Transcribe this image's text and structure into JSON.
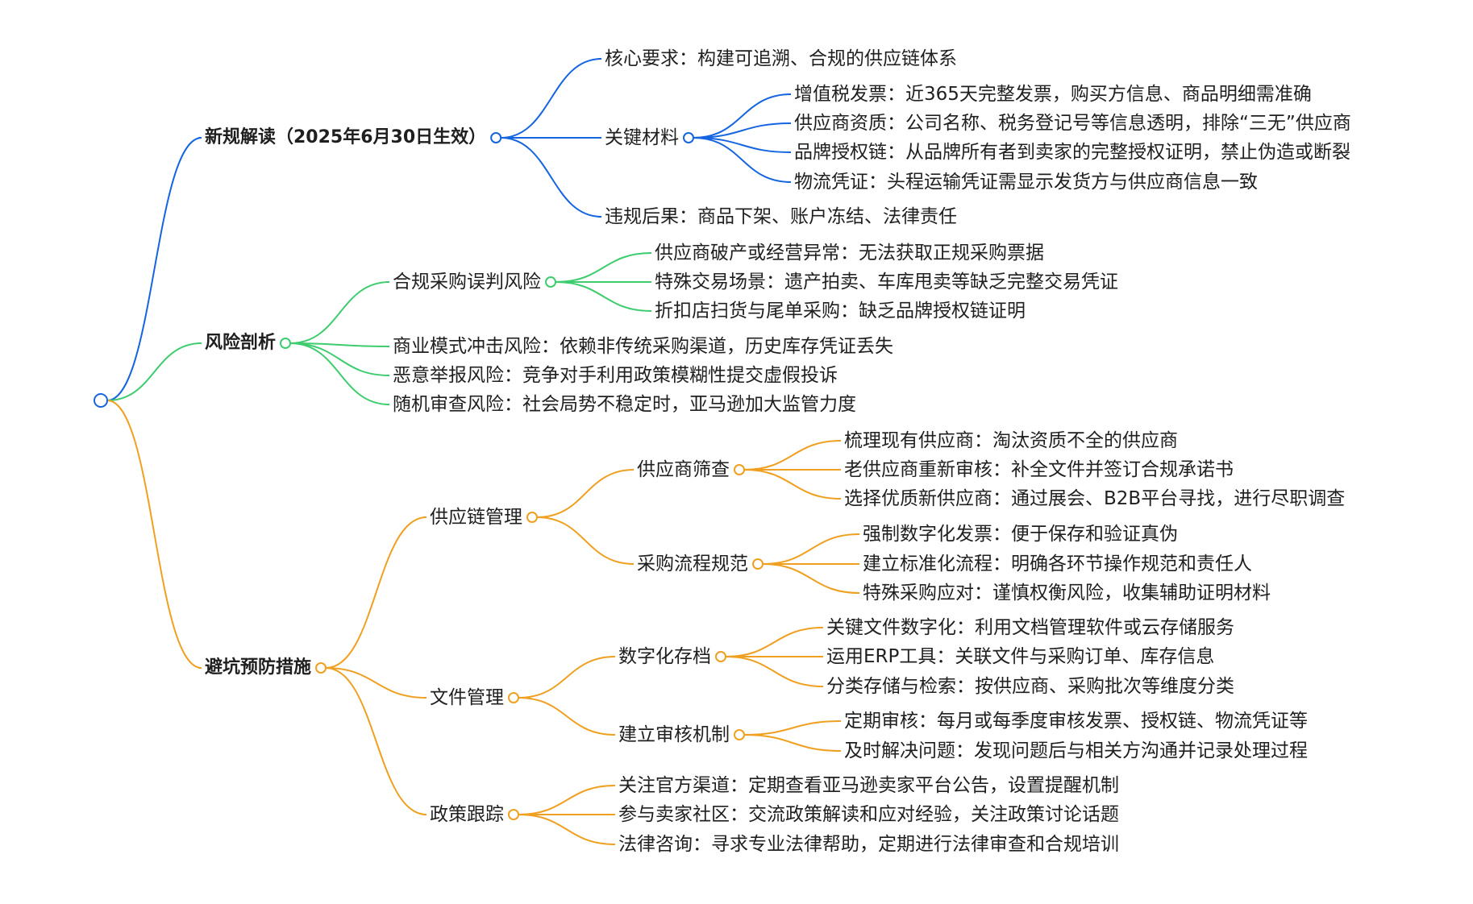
{
  "colors": {
    "blue": "#1565E0",
    "green": "#3DCC6E",
    "orange": "#F0A020"
  },
  "branches": [
    {
      "label": "新规解读（2025年6月30日生效）",
      "color": "blue",
      "children": [
        {
          "label": "核心要求：构建可追溯、合规的供应链体系"
        },
        {
          "label": "关键材料",
          "children": [
            {
              "label": "增值税发票：近365天完整发票，购买方信息、商品明细需准确"
            },
            {
              "label": "供应商资质：公司名称、税务登记号等信息透明，排除“三无”供应商"
            },
            {
              "label": "品牌授权链：从品牌所有者到卖家的完整授权证明，禁止伪造或断裂"
            },
            {
              "label": "物流凭证：头程运输凭证需显示发货方与供应商信息一致"
            }
          ]
        },
        {
          "label": "违规后果：商品下架、账户冻结、法律责任"
        }
      ]
    },
    {
      "label": "风险剖析",
      "color": "green",
      "children": [
        {
          "label": "合规采购误判风险",
          "children": [
            {
              "label": "供应商破产或经营异常：无法获取正规采购票据"
            },
            {
              "label": "特殊交易场景：遗产拍卖、车库甩卖等缺乏完整交易凭证"
            },
            {
              "label": "折扣店扫货与尾单采购：缺乏品牌授权链证明"
            }
          ]
        },
        {
          "label": "商业模式冲击风险：依赖非传统采购渠道，历史库存凭证丢失"
        },
        {
          "label": "恶意举报风险：竞争对手利用政策模糊性提交虚假投诉"
        },
        {
          "label": "随机审查风险：社会局势不稳定时，亚马逊加大监管力度"
        }
      ]
    },
    {
      "label": "避坑预防措施",
      "color": "orange",
      "children": [
        {
          "label": "供应链管理",
          "children": [
            {
              "label": "供应商筛查",
              "children": [
                {
                  "label": "梳理现有供应商：淘汰资质不全的供应商"
                },
                {
                  "label": "老供应商重新审核：补全文件并签订合规承诺书"
                },
                {
                  "label": "选择优质新供应商：通过展会、B2B平台寻找，进行尽职调查"
                }
              ]
            },
            {
              "label": "采购流程规范",
              "children": [
                {
                  "label": "强制数字化发票：便于保存和验证真伪"
                },
                {
                  "label": "建立标准化流程：明确各环节操作规范和责任人"
                },
                {
                  "label": "特殊采购应对：谨慎权衡风险，收集辅助证明材料"
                }
              ]
            }
          ]
        },
        {
          "label": "文件管理",
          "children": [
            {
              "label": "数字化存档",
              "children": [
                {
                  "label": "关键文件数字化：利用文档管理软件或云存储服务"
                },
                {
                  "label": "运用ERP工具：关联文件与采购订单、库存信息"
                },
                {
                  "label": "分类存储与检索：按供应商、采购批次等维度分类"
                }
              ]
            },
            {
              "label": "建立审核机制",
              "children": [
                {
                  "label": "定期审核：每月或每季度审核发票、授权链、物流凭证等"
                },
                {
                  "label": "及时解决问题：发现问题后与相关方沟通并记录处理过程"
                }
              ]
            }
          ]
        },
        {
          "label": "政策跟踪",
          "children": [
            {
              "label": "关注官方渠道：定期查看亚马逊卖家平台公告，设置提醒机制"
            },
            {
              "label": "参与卖家社区：交流政策解读和应对经验，关注政策讨论话题"
            },
            {
              "label": "法律咨询：寻求专业法律帮助，定期进行法律审查和合规培训"
            }
          ]
        }
      ]
    }
  ]
}
